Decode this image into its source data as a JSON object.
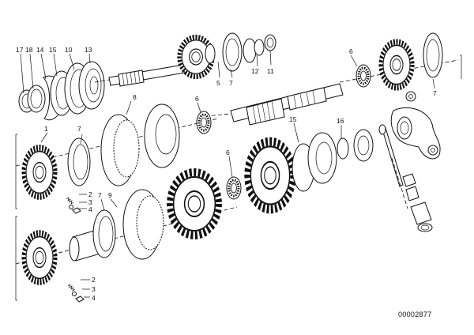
{
  "diagram": {
    "reference_number": "00002877",
    "callouts": [
      {
        "id": "c-17a",
        "label": "17"
      },
      {
        "id": "c-18",
        "label": "18"
      },
      {
        "id": "c-14",
        "label": "14"
      },
      {
        "id": "c-15a",
        "label": "15"
      },
      {
        "id": "c-10",
        "label": "10"
      },
      {
        "id": "c-13",
        "label": "13"
      },
      {
        "id": "c-5a",
        "label": "5"
      },
      {
        "id": "c-7a",
        "label": "7"
      },
      {
        "id": "c-12",
        "label": "12"
      },
      {
        "id": "c-11",
        "label": "11"
      },
      {
        "id": "c-6a",
        "label": "6"
      },
      {
        "id": "c-7b",
        "label": "7"
      },
      {
        "id": "c-8a",
        "label": "8"
      },
      {
        "id": "c-6b",
        "label": "6"
      },
      {
        "id": "c-15b",
        "label": "15"
      },
      {
        "id": "c-16",
        "label": "16"
      },
      {
        "id": "c-1",
        "label": "1"
      },
      {
        "id": "c-7c",
        "label": "7"
      },
      {
        "id": "c-2a",
        "label": "2"
      },
      {
        "id": "c-3a",
        "label": "3"
      },
      {
        "id": "c-4a",
        "label": "4"
      },
      {
        "id": "c-7d",
        "label": "7"
      },
      {
        "id": "c-9",
        "label": "9"
      },
      {
        "id": "c-6c",
        "label": "6"
      },
      {
        "id": "c-2b",
        "label": "2"
      },
      {
        "id": "c-3b",
        "label": "3"
      },
      {
        "id": "c-4b",
        "label": "4"
      }
    ]
  }
}
